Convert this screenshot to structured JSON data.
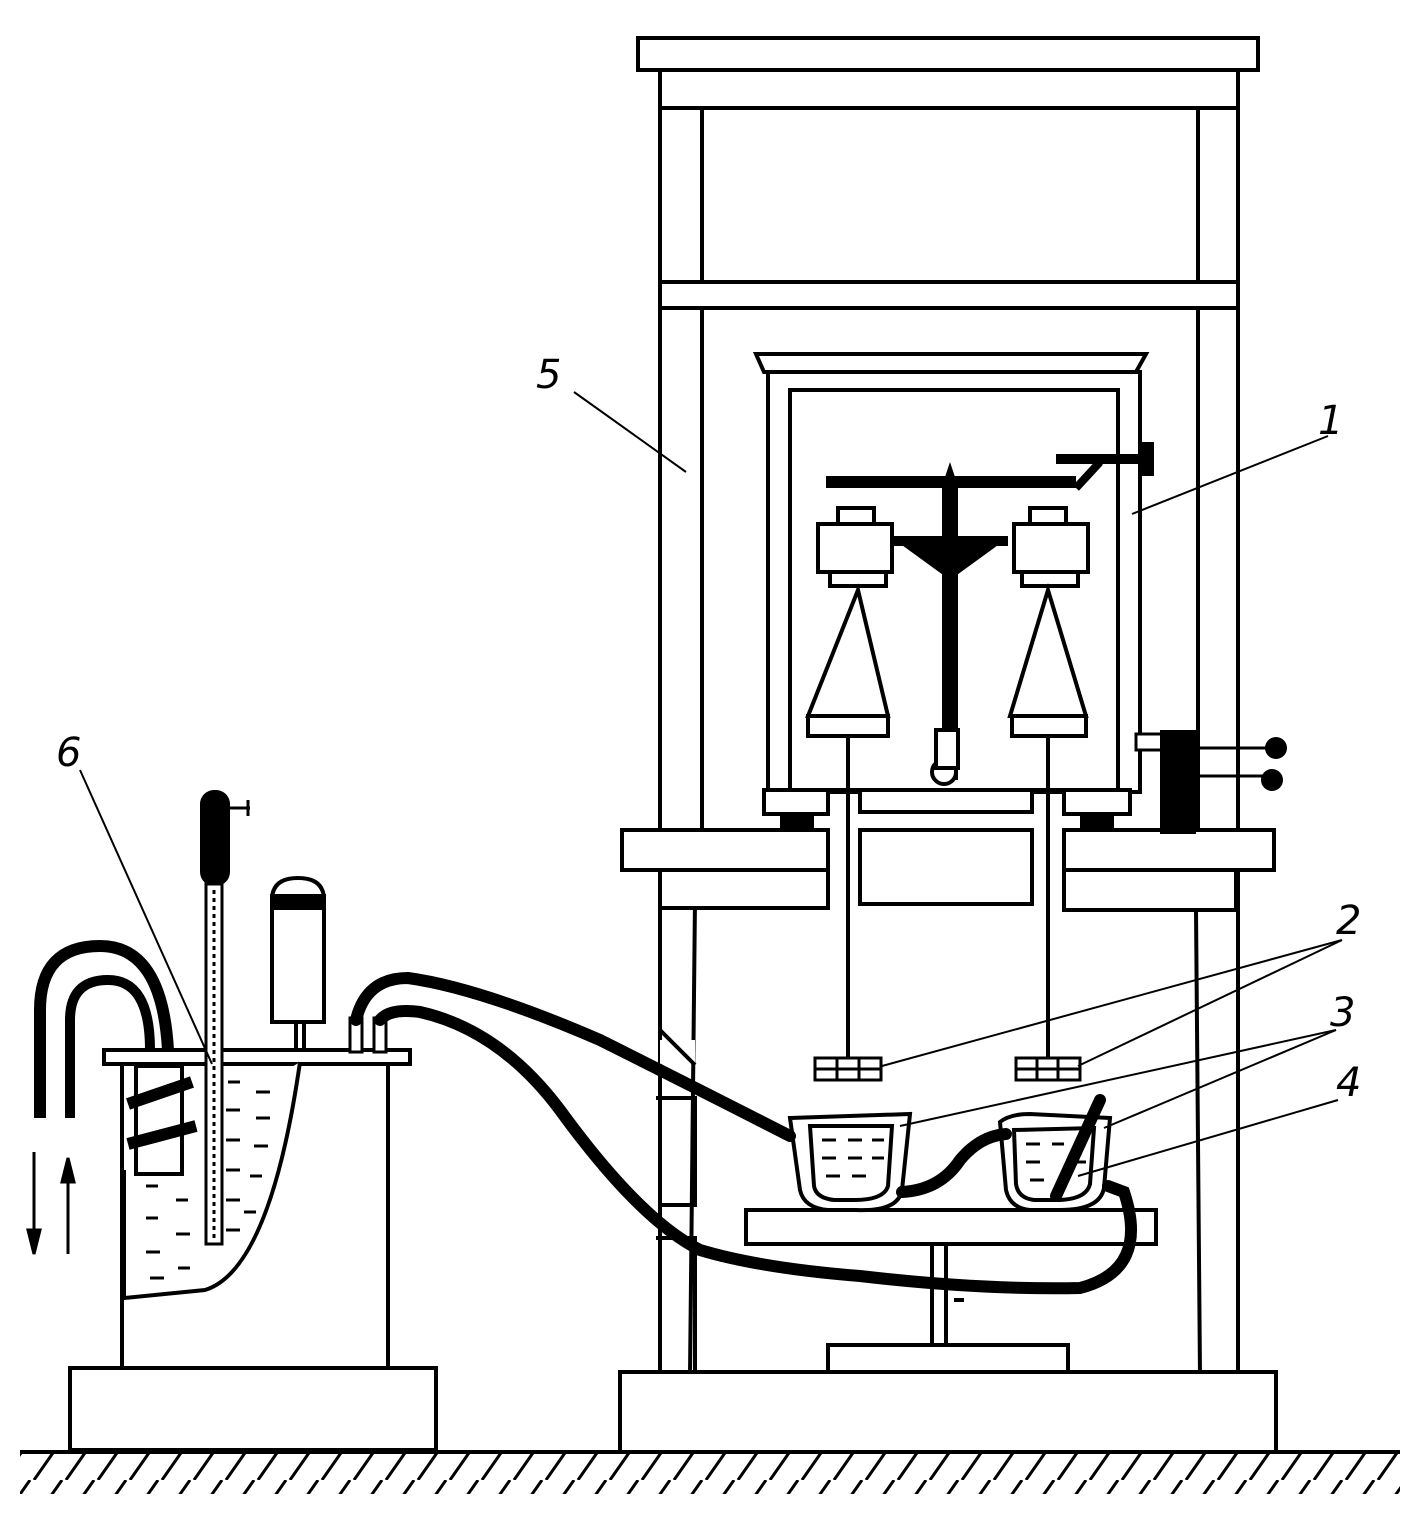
{
  "figure": {
    "colors": {
      "ink": "#000000",
      "paper": "#ffffff"
    },
    "callouts": [
      {
        "id": "c1",
        "label": "1"
      },
      {
        "id": "c2",
        "label": "2"
      },
      {
        "id": "c3",
        "label": "3"
      },
      {
        "id": "c4",
        "label": "4"
      },
      {
        "id": "c5",
        "label": "5"
      },
      {
        "id": "c6",
        "label": "6"
      }
    ],
    "flow_arrows": [
      "arrow-down-icon",
      "arrow-up-icon"
    ]
  }
}
